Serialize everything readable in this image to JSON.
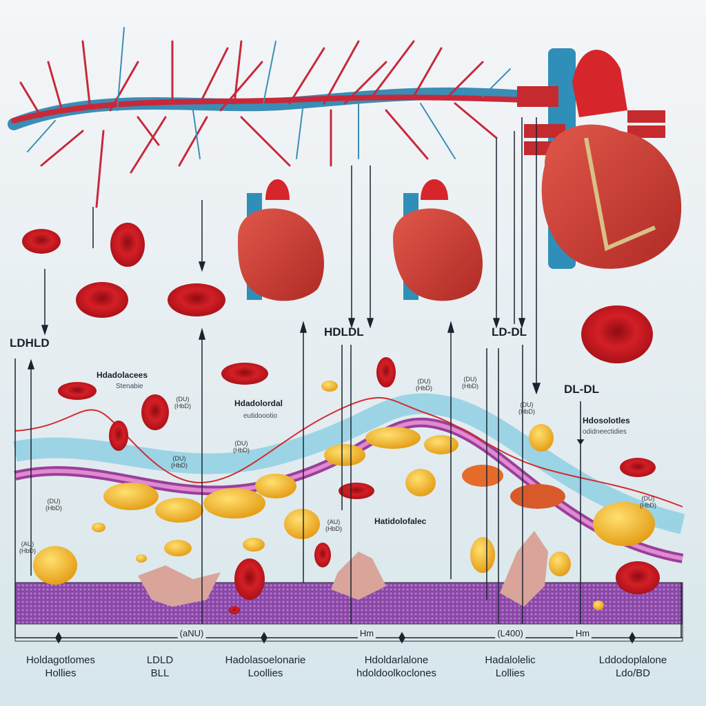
{
  "title_labels": {
    "ldhld": "LDHLD",
    "hdldl": "HDLDL",
    "ld_dl": "LD-DL",
    "dl_dl": "DL-DL"
  },
  "annotations": [
    {
      "title": "Hdadolacees",
      "subtitle": "Stenabie"
    },
    {
      "title": "Hdadolordal",
      "subtitle": "eutidoootio"
    },
    {
      "title": "Hdosolotles",
      "subtitle": "odidneectidies"
    },
    {
      "title": "Hatidolofalec",
      "subtitle": ""
    }
  ],
  "small_tags": [
    "(DU) (HbD)",
    "(DU) (HbD)",
    "(DU) (HbD)",
    "(DU) (HbD)",
    "(DU) (HbD)",
    "(DU) (HbD)",
    "(AU) (HbD)",
    "(AU) (HbD)",
    "(DU) (HbD)",
    "(DU) (HbD)"
  ],
  "axis_marks": [
    "(aNU)",
    "Hm",
    "(L400)",
    "Hm"
  ],
  "bottom_labels": [
    {
      "line1": "Holdagotlomes",
      "line2": "Hollies"
    },
    {
      "line1": "LDLD",
      "line2": "BLL"
    },
    {
      "line1": "Hadolasoelonarie",
      "line2": "Loollies"
    },
    {
      "line1": "Hdoldarlalone",
      "line2": "hdoldoolkoclones"
    },
    {
      "line1": "Hadalolelic",
      "line2": "Lollies"
    },
    {
      "line1": "Lddodoplalone",
      "line2": "Ldo/BD"
    }
  ],
  "colors": {
    "blood_cell": "#c8161d",
    "plaque": "#f2b51e",
    "tissue": "#8a3fa6",
    "vein": "#2f8fb8",
    "artery": "#d42a2f"
  }
}
